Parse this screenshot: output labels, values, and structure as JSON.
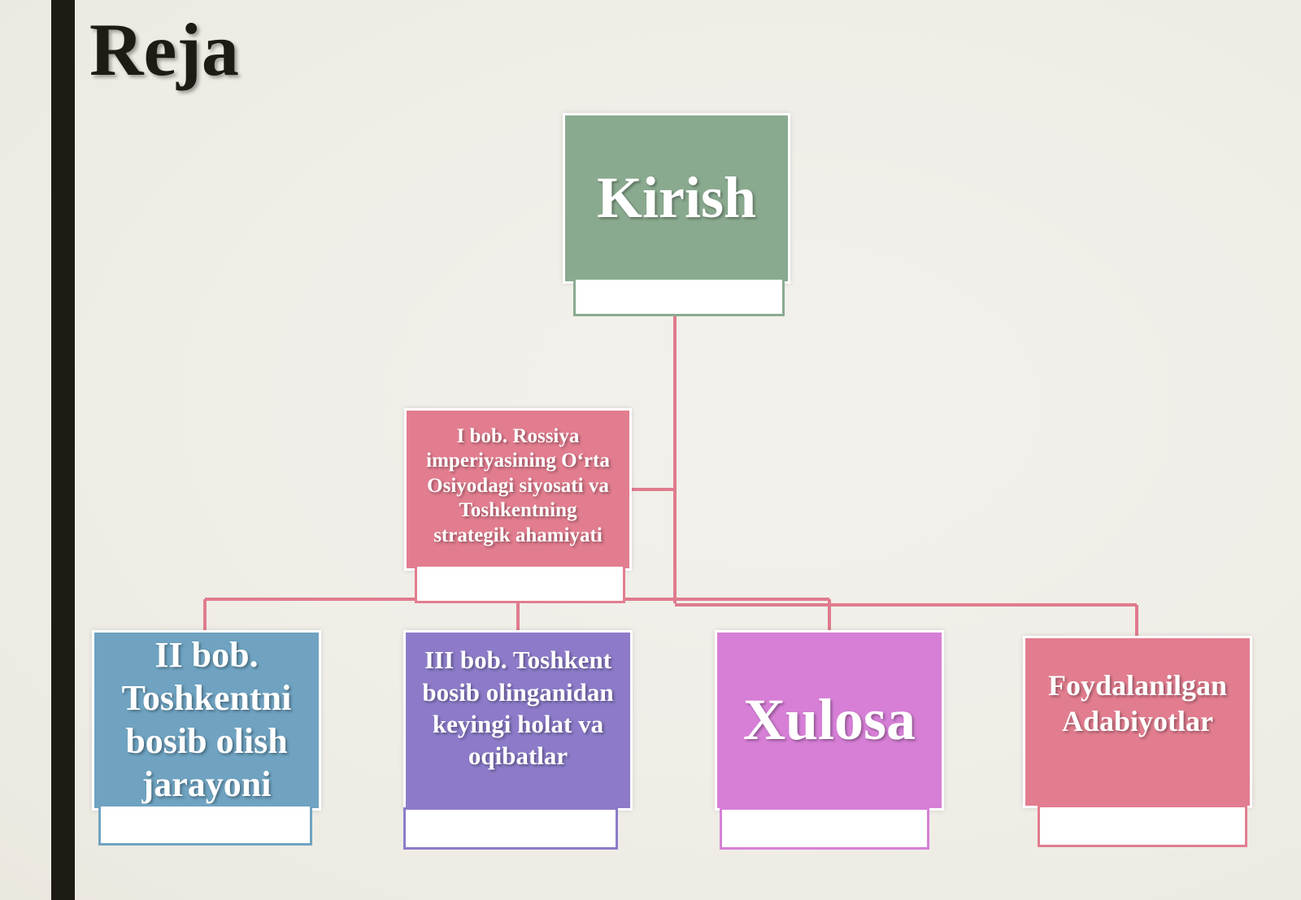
{
  "slide": {
    "title": "Reja"
  },
  "colors": {
    "sidebar": "#1d1b13",
    "connector": "#e07b8e",
    "green": "#8aaa8f",
    "rose": "#e27d8f",
    "blue": "#6fa3c1",
    "purple": "#8d7bc9",
    "magenta": "#d77fd7"
  },
  "diagram": {
    "nodes": {
      "kirish": {
        "label": "Kirish"
      },
      "bob1": {
        "label": "I bob. Rossiya\nimperiyasining O‘rta\nOsiyodagi siyosati va\nToshkentning\nstrategik ahamiyati"
      },
      "bob2": {
        "label": "II bob.\nToshkentni\nbosib olish\njarayoni"
      },
      "bob3": {
        "label": "III bob. Toshkent\nbosib olinganidan\nkeyingi holat va\noqibatlar"
      },
      "xulosa": {
        "label": "Xulosa"
      },
      "adabiyot": {
        "label": "Foydalanilgan\nAdabiyotlar"
      }
    }
  }
}
